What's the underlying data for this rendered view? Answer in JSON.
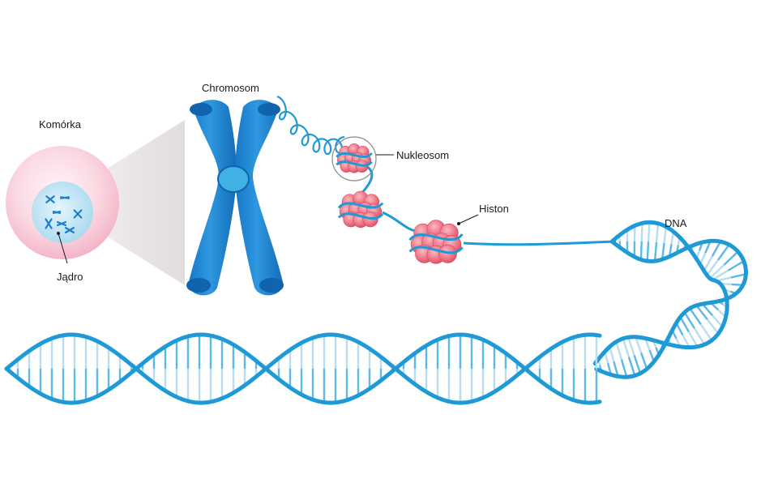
{
  "labels": {
    "cell": "Komórka",
    "nucleus": "Jądro",
    "chromosome": "Chromosom",
    "nucleosome": "Nukleosom",
    "histone": "Histon",
    "dna": "DNA"
  },
  "colors": {
    "dna_strand": "#1e9ad6",
    "dna_rung": "#5cb8e6",
    "dna_rung_light": "#b7ddf2",
    "chromosome": "#1f86d4",
    "chromosome_dark": "#0f64ad",
    "histone": "#ee6f80",
    "histone_light": "#f7a4b0",
    "cell_outer": "#f8c9d6",
    "nucleus": "#bfe3f4",
    "cone": "#e8e4e4",
    "text": "#1a1a1a"
  }
}
